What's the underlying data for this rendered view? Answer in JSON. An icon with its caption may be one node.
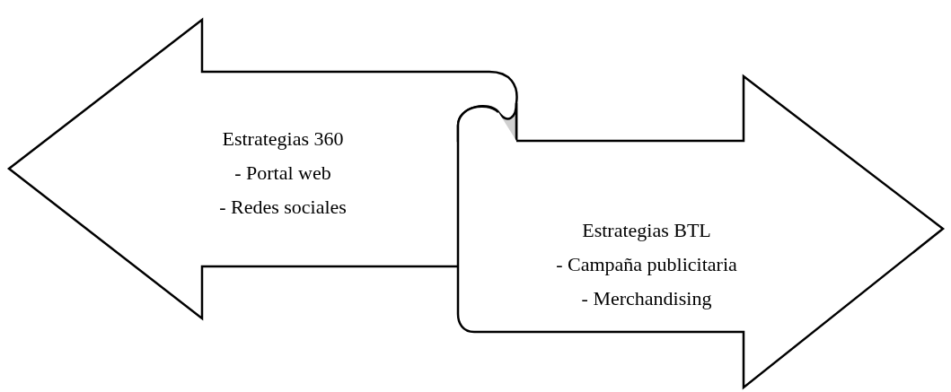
{
  "diagram": {
    "nodes": [
      {
        "text": [
          "Estrategias 360",
          "- Portal web",
          "- Redes sociales"
        ]
      },
      {
        "text": [
          "Estrategias BTL",
          "- Campaña publicitaria",
          "- Merchandising"
        ]
      }
    ]
  }
}
